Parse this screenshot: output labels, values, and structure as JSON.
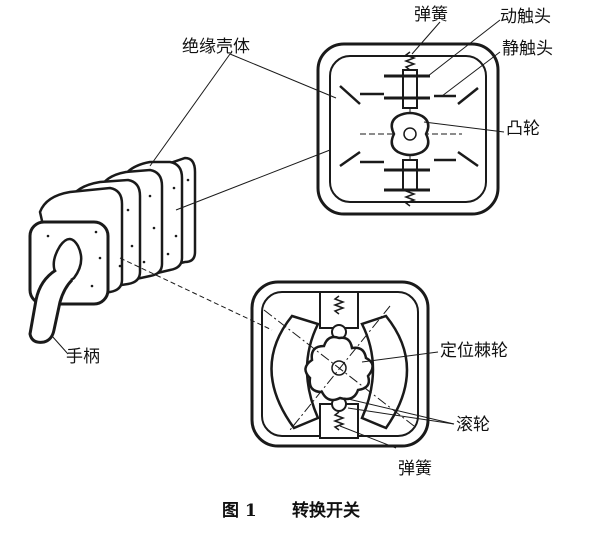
{
  "labels": {
    "insulating_shell": "绝缘壳体",
    "spring_top": "弹簧",
    "moving_contact": "动触头",
    "static_contact": "静触头",
    "cam": "凸轮",
    "handle": "手柄",
    "detent_wheel": "定位棘轮",
    "roller": "滚轮",
    "spring_bottom": "弹簧"
  },
  "caption": {
    "figure_number": "图 1",
    "title": "转换开关"
  },
  "colors": {
    "ink": "#1a1a1a",
    "background": "#ffffff"
  }
}
